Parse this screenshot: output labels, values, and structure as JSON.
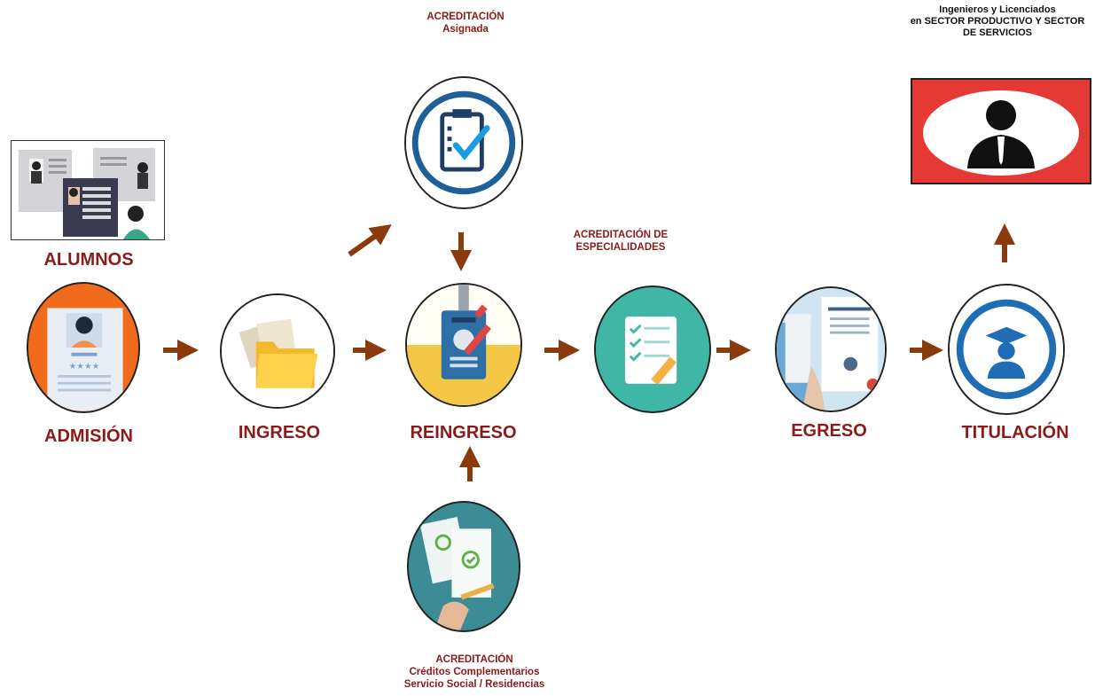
{
  "colors": {
    "label": "#8b1a1a",
    "arrow": "#8b3a0e"
  },
  "top_labels": {
    "acreditacion_asignada": {
      "line1": "ACREDITACIÓN",
      "line2": "Asignada"
    },
    "ingenieros": {
      "line1": "Ingenieros y Licenciados",
      "line2": "en SECTOR PRODUCTIVO Y SECTOR",
      "line3": "DE SERVICIOS"
    },
    "especialidades": {
      "line1": "ACREDITACIÓN DE",
      "line2": "ESPECIALIDADES"
    },
    "bottom": {
      "line1": "ACREDITACIÓN",
      "line2": "Créditos Complementarios",
      "line3": "Servicio Social / Residencias"
    }
  },
  "stages": {
    "alumnos": "ALUMNOS",
    "admision": "ADMISIÓN",
    "ingreso": "INGRESO",
    "reingreso": "REINGRESO",
    "egreso": "EGRESO",
    "titulacion": "TITULACIÓN"
  },
  "icons": {
    "alumnos": "students-profiles-image",
    "admision": "resume-profile-icon",
    "ingreso": "folder-documents-icon",
    "reingreso": "id-badge-icon",
    "acreditacion_asignada": "clipboard-check-icon",
    "especialidades": "checklist-pencil-icon",
    "egreso": "certificate-documents-icon",
    "titulacion": "graduate-icon",
    "ingenieros": "professional-person-icon",
    "bottom": "approved-documents-icon"
  }
}
